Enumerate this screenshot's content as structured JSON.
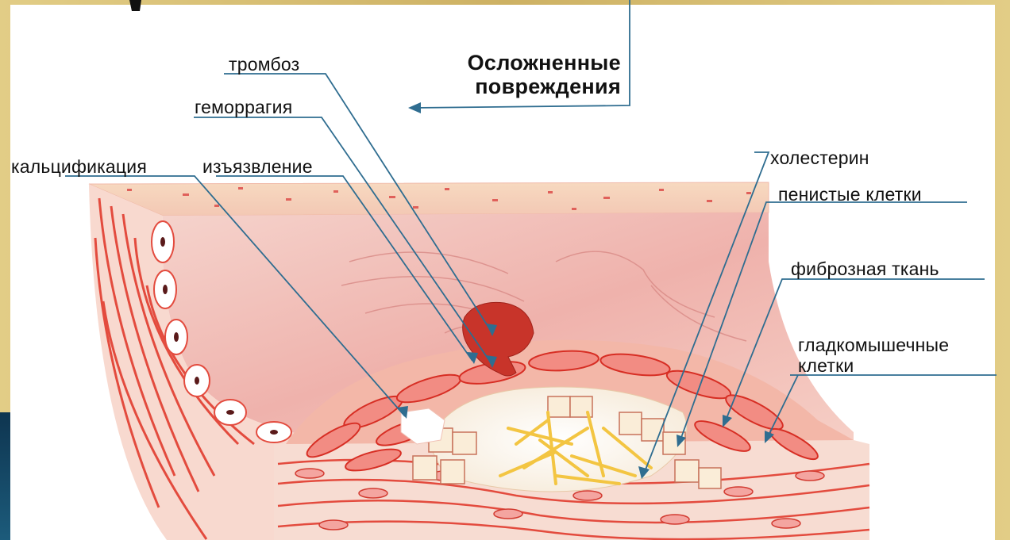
{
  "title": {
    "line1": "Осложненные",
    "line2": "повреждения"
  },
  "labels": {
    "thrombosis": "тромбоз",
    "hemorrhage": "геморрагия",
    "calcification": "кальцификация",
    "ulceration": "изъязвление",
    "cholesterol": "холестерин",
    "foam_cells": "пенистые клетки",
    "fibrous_tissue": "фиброзная ткань",
    "smooth_muscle_line1": "гладкомышечные",
    "smooth_muscle_line2": "клетки"
  },
  "colors": {
    "frame": "#d9c37a",
    "leader_line": "#2f6d90",
    "tissue_pink": "#f6c6c0",
    "muscle_red": "#e2493f",
    "thrombus": "#c8342a",
    "cholesterol": "#f3c542"
  }
}
